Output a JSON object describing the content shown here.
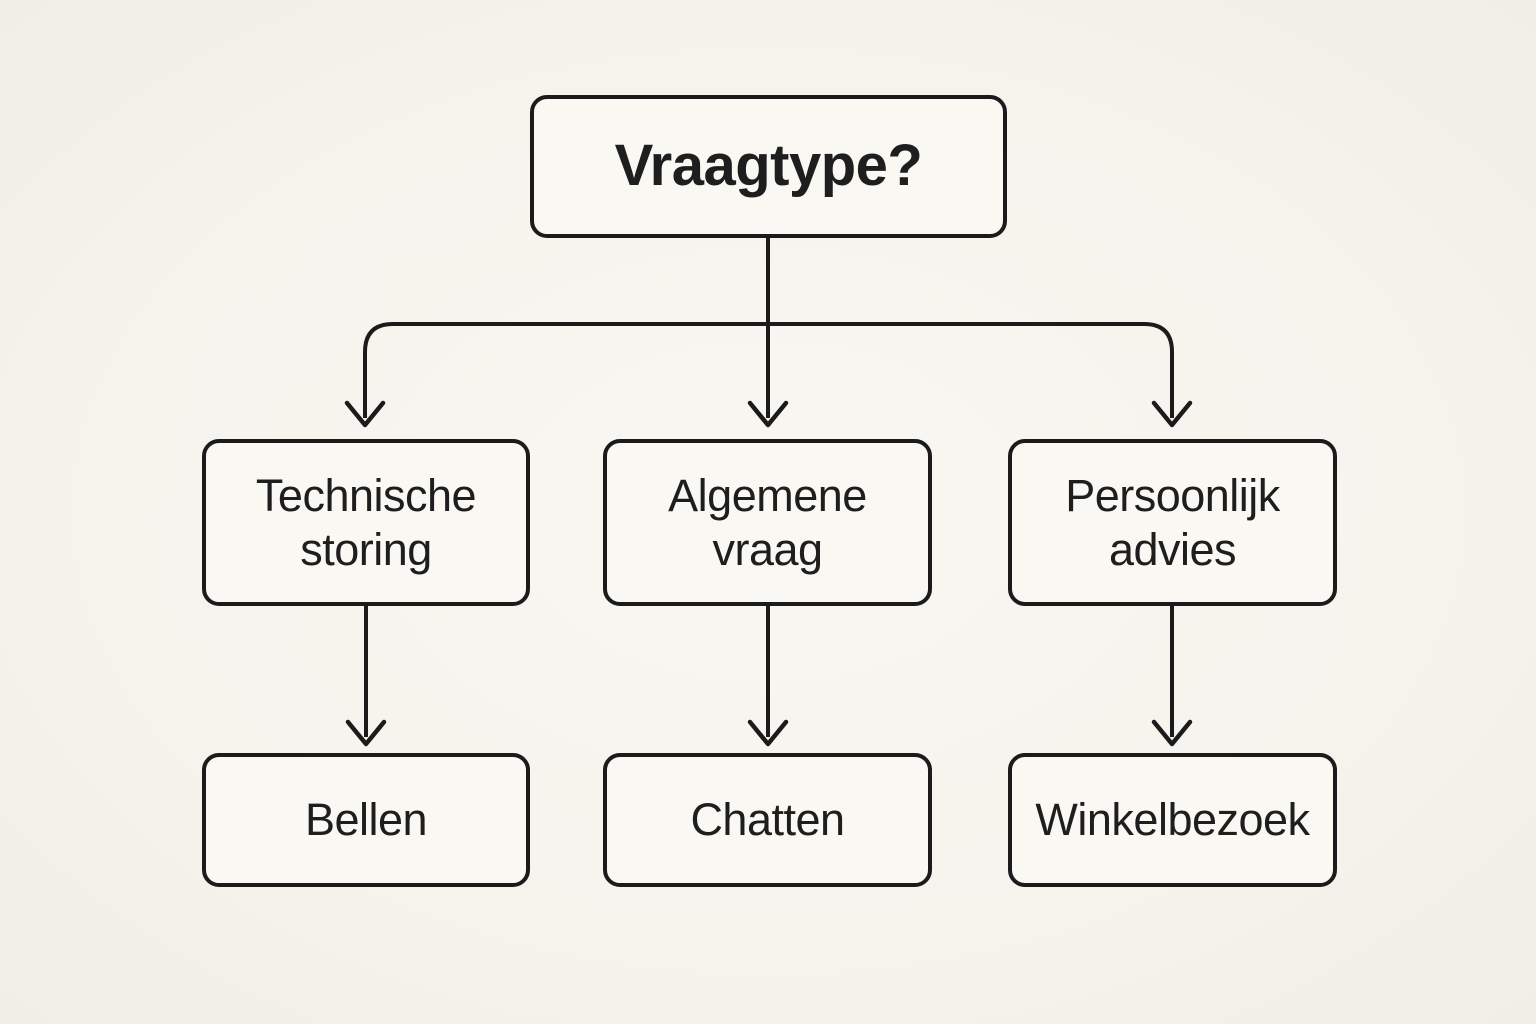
{
  "diagram": {
    "type": "flowchart",
    "language": "nl",
    "nodes": {
      "root": {
        "label": "Vraagtype?"
      },
      "branch1": {
        "label": "Technische storing"
      },
      "branch2": {
        "label": "Algemene vraag"
      },
      "branch3": {
        "label": "Persoonlijk advies"
      },
      "leaf1": {
        "label": "Bellen"
      },
      "leaf2": {
        "label": "Chatten"
      },
      "leaf3": {
        "label": "Winkelbezoek"
      }
    },
    "edges": [
      {
        "from": "root",
        "to": "branch1"
      },
      {
        "from": "root",
        "to": "branch2"
      },
      {
        "from": "root",
        "to": "branch3"
      },
      {
        "from": "branch1",
        "to": "leaf1"
      },
      {
        "from": "branch2",
        "to": "leaf2"
      },
      {
        "from": "branch3",
        "to": "leaf3"
      }
    ],
    "colors": {
      "background": "#f6f3ed",
      "node_fill": "#faf8f3",
      "stroke": "#1b1b1b",
      "text": "#1e1e1e"
    }
  }
}
